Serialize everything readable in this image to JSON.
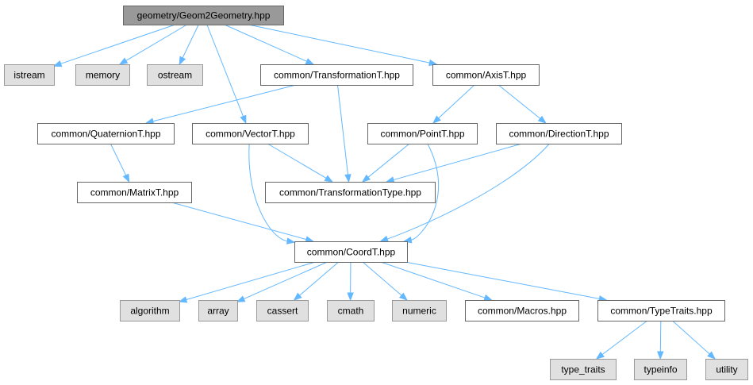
{
  "graph": {
    "edge_color": "#63b8ff",
    "root_fill": "#999999",
    "system_fill": "#e0e0e0",
    "nodes": [
      {
        "id": "root",
        "label": "geometry/Geom2Geometry.hpp",
        "kind": "root"
      },
      {
        "id": "istream",
        "label": "istream",
        "kind": "system"
      },
      {
        "id": "memory",
        "label": "memory",
        "kind": "system"
      },
      {
        "id": "ostream",
        "label": "ostream",
        "kind": "system"
      },
      {
        "id": "transT",
        "label": "common/TransformationT.hpp",
        "kind": "local"
      },
      {
        "id": "axisT",
        "label": "common/AxisT.hpp",
        "kind": "local"
      },
      {
        "id": "quatT",
        "label": "common/QuaternionT.hpp",
        "kind": "local"
      },
      {
        "id": "vectorT",
        "label": "common/VectorT.hpp",
        "kind": "local"
      },
      {
        "id": "pointT",
        "label": "common/PointT.hpp",
        "kind": "local"
      },
      {
        "id": "dirT",
        "label": "common/DirectionT.hpp",
        "kind": "local"
      },
      {
        "id": "matrixT",
        "label": "common/MatrixT.hpp",
        "kind": "local"
      },
      {
        "id": "transType",
        "label": "common/TransformationType.hpp",
        "kind": "local"
      },
      {
        "id": "coordT",
        "label": "common/CoordT.hpp",
        "kind": "local"
      },
      {
        "id": "algorithm",
        "label": "algorithm",
        "kind": "system"
      },
      {
        "id": "array",
        "label": "array",
        "kind": "system"
      },
      {
        "id": "cassert",
        "label": "cassert",
        "kind": "system"
      },
      {
        "id": "cmath",
        "label": "cmath",
        "kind": "system"
      },
      {
        "id": "numeric",
        "label": "numeric",
        "kind": "system"
      },
      {
        "id": "macros",
        "label": "common/Macros.hpp",
        "kind": "local"
      },
      {
        "id": "typeTraits",
        "label": "common/TypeTraits.hpp",
        "kind": "local"
      },
      {
        "id": "type_traits",
        "label": "type_traits",
        "kind": "system"
      },
      {
        "id": "typeinfo",
        "label": "typeinfo",
        "kind": "system"
      },
      {
        "id": "utility",
        "label": "utility",
        "kind": "system"
      }
    ],
    "edges": [
      {
        "from": "root",
        "to": "istream"
      },
      {
        "from": "root",
        "to": "memory"
      },
      {
        "from": "root",
        "to": "ostream"
      },
      {
        "from": "root",
        "to": "transT"
      },
      {
        "from": "root",
        "to": "axisT"
      },
      {
        "from": "root",
        "to": "vectorT"
      },
      {
        "from": "transT",
        "to": "quatT"
      },
      {
        "from": "transT",
        "to": "transType"
      },
      {
        "from": "axisT",
        "to": "pointT"
      },
      {
        "from": "axisT",
        "to": "dirT"
      },
      {
        "from": "quatT",
        "to": "matrixT"
      },
      {
        "from": "vectorT",
        "to": "transType"
      },
      {
        "from": "vectorT",
        "to": "coordT"
      },
      {
        "from": "pointT",
        "to": "transType"
      },
      {
        "from": "pointT",
        "to": "coordT"
      },
      {
        "from": "dirT",
        "to": "transType"
      },
      {
        "from": "dirT",
        "to": "coordT"
      },
      {
        "from": "matrixT",
        "to": "coordT"
      },
      {
        "from": "coordT",
        "to": "algorithm"
      },
      {
        "from": "coordT",
        "to": "array"
      },
      {
        "from": "coordT",
        "to": "cassert"
      },
      {
        "from": "coordT",
        "to": "cmath"
      },
      {
        "from": "coordT",
        "to": "numeric"
      },
      {
        "from": "coordT",
        "to": "macros"
      },
      {
        "from": "coordT",
        "to": "typeTraits"
      },
      {
        "from": "typeTraits",
        "to": "type_traits"
      },
      {
        "from": "typeTraits",
        "to": "typeinfo"
      },
      {
        "from": "typeTraits",
        "to": "utility"
      }
    ]
  }
}
